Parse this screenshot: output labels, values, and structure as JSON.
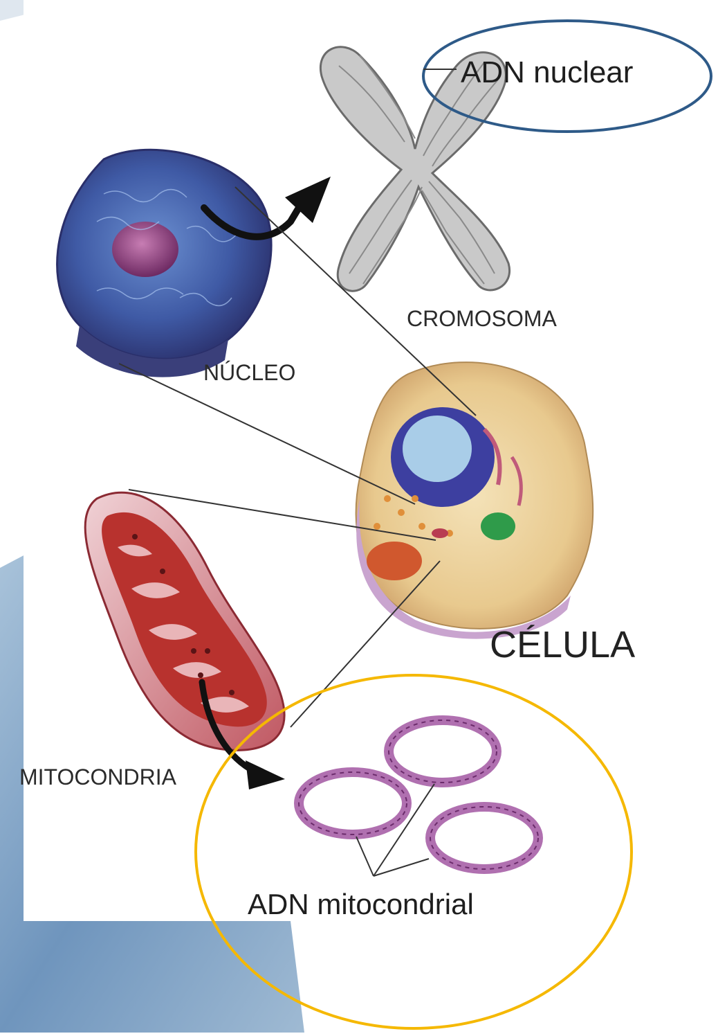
{
  "labels": {
    "adn_nuclear": "ADN nuclear",
    "cromosoma": "CROMOSOMA",
    "nucleo": "NÚCLEO",
    "celula": "CÉLULA",
    "mitocondria": "MITOCONDRIA",
    "adn_mitocondrial": "ADN mitocondrial"
  },
  "highlight_colors": {
    "adn_nuclear_ellipse": "#2e5a88",
    "adn_mitocondrial_ellipse": "#f5b800"
  },
  "colors": {
    "background_texture": "#7fa3c4",
    "nucleus": "#4a5fa8",
    "mitochondria": "#b8322e",
    "chromosome": "#c9c9c9",
    "cell": "#d8b57e",
    "mtdna": "#b070b0"
  }
}
